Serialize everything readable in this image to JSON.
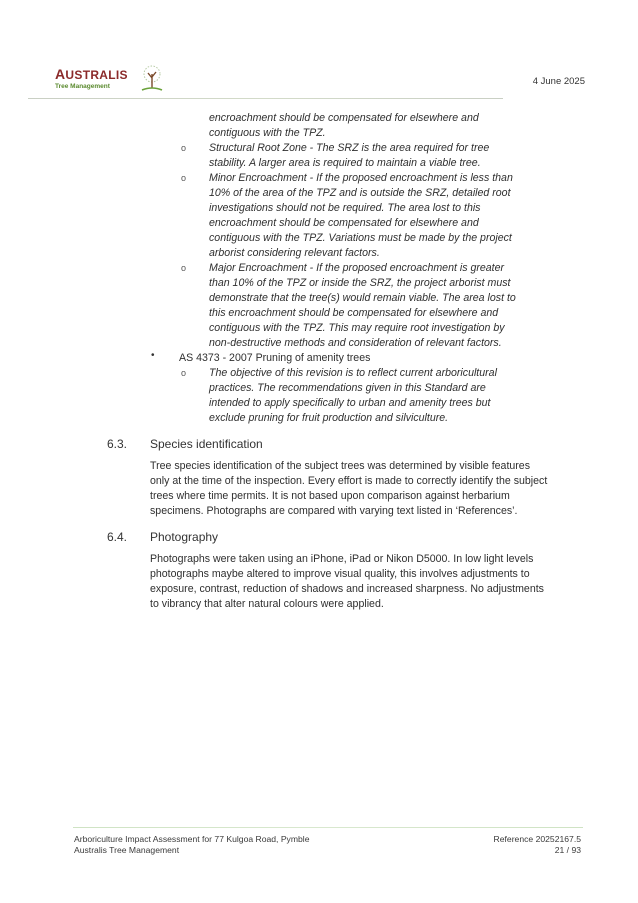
{
  "header": {
    "logo_word_first": "A",
    "logo_word_rest": "USTRALIS",
    "logo_subtitle": "Tree Management",
    "logo_icon": "tree-icon",
    "date": "4 June 2025"
  },
  "continued_block": {
    "lines": [
      "encroachment should be compensated for elsewhere and",
      "contiguous with the TPZ."
    ]
  },
  "sub_items": [
    {
      "bullet": "o",
      "lines": [
        "Structural Root Zone - The SRZ is the area required for tree",
        "stability. A larger area is required to maintain a viable tree."
      ]
    },
    {
      "bullet": "o",
      "lines": [
        "Minor Encroachment - If the proposed encroachment is less than",
        "10% of the area of the TPZ and is outside the SRZ, detailed root",
        "investigations should not be required. The area lost to this",
        "encroachment should be compensated for elsewhere and",
        "contiguous with the TPZ. Variations must be made by the project",
        "arborist considering relevant factors."
      ]
    },
    {
      "bullet": "o",
      "lines": [
        "Major Encroachment - If the proposed encroachment is greater",
        "than 10% of the TPZ or inside the SRZ, the project arborist must",
        "demonstrate that the tree(s) would remain viable. The area lost to",
        "this encroachment should be compensated for elsewhere and",
        "contiguous with the TPZ. This may require root investigation by",
        "non-destructive methods and consideration of relevant factors."
      ]
    }
  ],
  "standard_item": {
    "bullet": "•",
    "label": "AS 4373 - 2007 Pruning of amenity trees",
    "sub": {
      "bullet": "o",
      "lines": [
        "The objective of this revision is to reflect current arboricultural",
        "practices. The recommendations given in this Standard are",
        "intended to apply specifically to urban and amenity trees but",
        "exclude pruning for fruit production and silviculture."
      ]
    }
  },
  "sections": [
    {
      "number": "6.3.",
      "title": "Species identification",
      "lines": [
        "Tree species identification of the subject trees was determined by visible features",
        "only at the time of the inspection. Every effort is made to correctly identify the subject",
        "trees where time permits. It is not based upon comparison against herbarium",
        "specimens. Photographs are compared with varying text listed in ‘References’."
      ]
    },
    {
      "number": "6.4.",
      "title": "Photography",
      "lines": [
        "Photographs were taken using an iPhone, iPad or Nikon D5000. In low light levels",
        "photographs maybe altered to improve visual quality, this involves adjustments to",
        "exposure, contrast, reduction of shadows and increased sharpness. No adjustments",
        "to vibrancy that alter natural colours were applied."
      ]
    }
  ],
  "footer": {
    "left_line1": "Arboriculture Impact Assessment for 77 Kulgoa Road, Pymble",
    "left_line2": "Australis Tree Management",
    "right_line1": "Reference 20252167.5",
    "right_line2": "21 / 93"
  },
  "colors": {
    "logo_red": "#8b2a2a",
    "logo_green": "#5a8a2e",
    "text": "#2f2f2f"
  }
}
